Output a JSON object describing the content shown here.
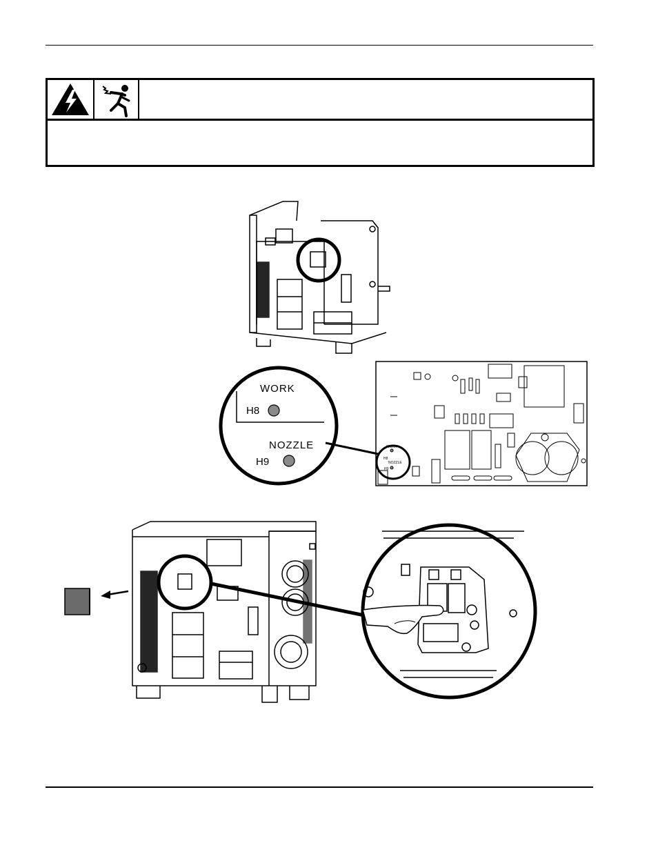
{
  "warning": {
    "icons": [
      "electric-shock-warning-icon",
      "electrocution-hazard-icon"
    ],
    "title": "",
    "body": ""
  },
  "figure_top": {
    "callouts": [
      "WORK",
      "H8",
      "NOZZLE",
      "H9"
    ],
    "pcb_small_labels": [
      "WORK",
      "H8",
      "NOZZLE",
      "H9"
    ]
  },
  "colors": {
    "line": "#000000",
    "test_point": "#8a8a8a",
    "module": "#6b6b6b"
  }
}
